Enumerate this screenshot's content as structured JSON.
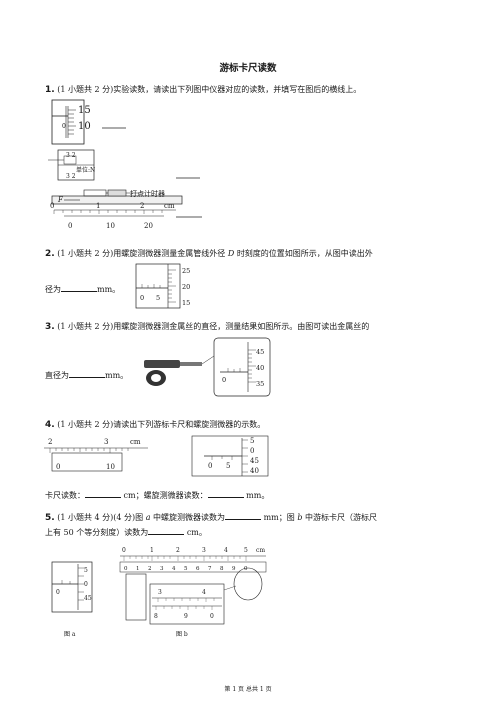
{
  "title": "游标卡尺读数",
  "q1": {
    "num": "1.",
    "text": "(1 小题共 2 分)实验读数，请读出下列图中仪器对应的读数，并填写在图后的横线上。",
    "fig_micrometer": {
      "t15": "15",
      "t10": "10",
      "t0": "0"
    },
    "fig_spring": {
      "top": "3    2",
      "bottom": "3    2",
      "unit": "单位:N",
      "timer": "打点计时器",
      "f": "F"
    },
    "fig_caliper": {
      "main": [
        "0",
        "1",
        "2"
      ],
      "cm": "cm",
      "vernier": [
        "0",
        "10",
        "20"
      ]
    }
  },
  "q2": {
    "num": "2.",
    "text_a": "(1 小题共 2 分)用螺旋测微器测量金属管线外径",
    "var": "D",
    "text_b": "时刻度的位置如图所示，从图中读出外",
    "text_c1": "径为",
    "text_c2": "mm。",
    "fig": {
      "thimble": [
        "25",
        "20",
        "15"
      ],
      "sleeve": [
        "0",
        "5"
      ]
    }
  },
  "q3": {
    "num": "3.",
    "text_a": "(1 小题共 2 分)用螺旋测微器测金属丝的直径，测量结果如图所示。由图可读出金属丝的",
    "text_b1": "直径为",
    "text_b2": "mm。",
    "fig": {
      "thimble": [
        "45",
        "40",
        "35"
      ],
      "sleeve": [
        "0"
      ]
    }
  },
  "q4": {
    "num": "4.",
    "text": "(1 小题共 2 分)请读出下列游标卡尺和螺旋测微器的示数。",
    "caliper": {
      "main": [
        "2",
        "3"
      ],
      "cm": "cm",
      "vernier": [
        "0",
        "10"
      ]
    },
    "micrometer": {
      "thimble": [
        "5",
        "0",
        "45",
        "40"
      ],
      "sleeve": [
        "0",
        "5"
      ]
    },
    "answer_a": "卡尺读数：",
    "answer_b": "cm；螺旋测微器读数：",
    "answer_c": "mm。"
  },
  "q5": {
    "num": "5.",
    "text_a1": "(1 小题共 4 分)(4 分)图",
    "var_a": "a",
    "text_a2": "中螺旋测微器读数为",
    "text_a3": "mm；图",
    "var_b": "b",
    "text_a4": "中游标卡尺（游标尺",
    "text_b1": "上有",
    "text_b2": "50",
    "text_b3": "个等分刻度）读数为",
    "text_b4": "cm。",
    "fig_a": {
      "thimble": [
        "5",
        "0",
        "45"
      ],
      "sleeve": [
        "0"
      ],
      "caption": "图 a"
    },
    "fig_b": {
      "main": [
        "0",
        "1",
        "2",
        "3",
        "4",
        "5"
      ],
      "cm": "cm",
      "vernier": [
        "0",
        "1",
        "2",
        "3",
        "4",
        "5",
        "6",
        "7",
        "8",
        "9",
        "0"
      ],
      "zoom_main": [
        "3",
        "4"
      ],
      "zoom_vernier": [
        "8",
        "9",
        "0"
      ],
      "caption": "图 b"
    }
  },
  "footer": "第 1 页  总共 1 页"
}
